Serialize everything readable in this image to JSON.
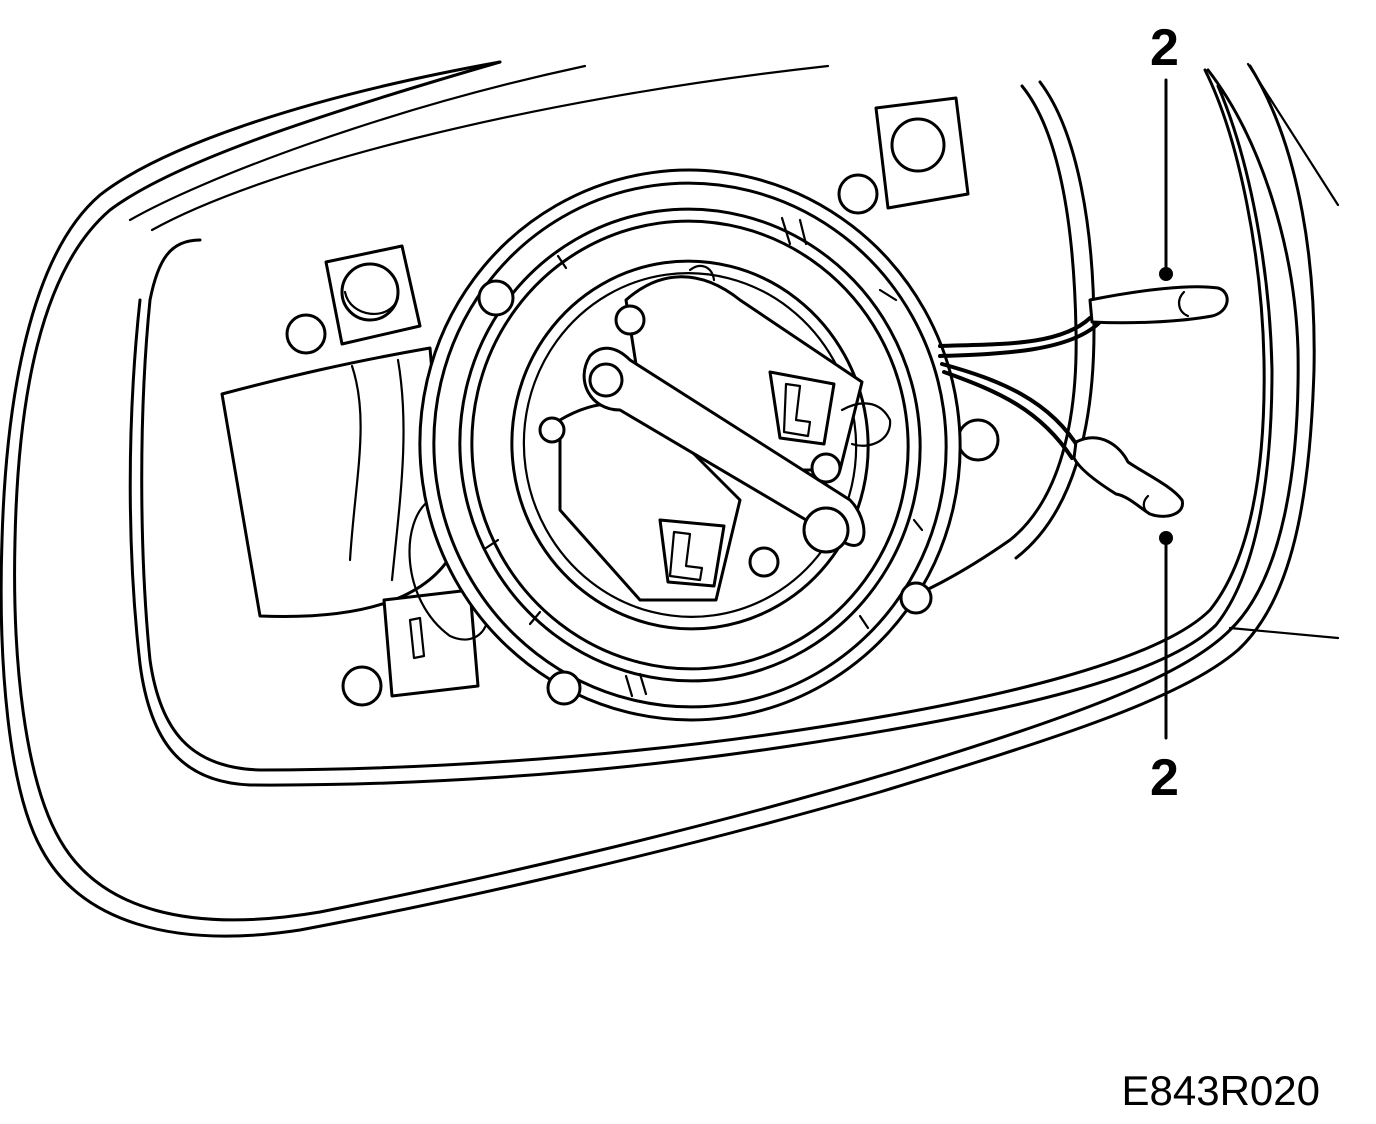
{
  "callouts": [
    {
      "label": "2"
    },
    {
      "label": "2"
    }
  ],
  "figure_code": "E843R020"
}
